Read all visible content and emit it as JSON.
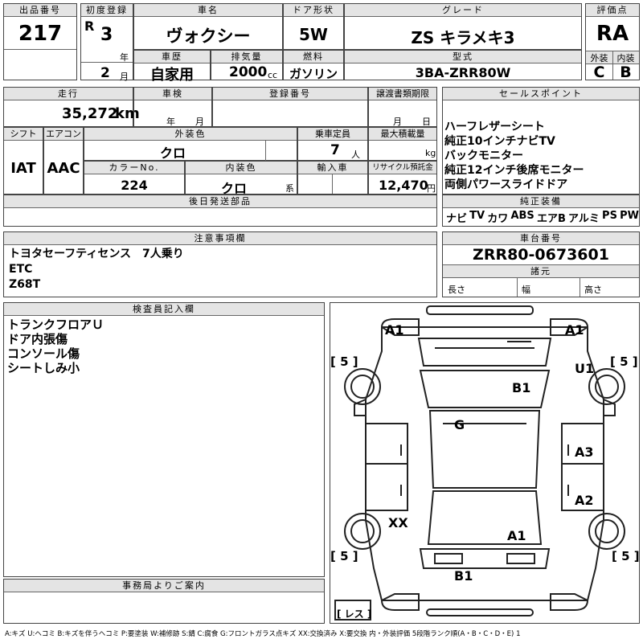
{
  "lot": {
    "label": "出品番号",
    "value": "217"
  },
  "first_reg": {
    "label": "初度登録",
    "era": "R",
    "year": "3",
    "year_unit": "年",
    "month": "2",
    "month_unit": "月"
  },
  "car_name": {
    "label": "車名",
    "value": "ヴォクシー"
  },
  "door": {
    "label": "ドア形状",
    "value": "5W"
  },
  "grade": {
    "label": "グレード",
    "value": "ZS キラメキ3"
  },
  "rating": {
    "label": "評価点",
    "value": "RA",
    "exterior_label": "外装",
    "exterior": "C",
    "interior_label": "内装",
    "interior": "B"
  },
  "history": {
    "label": "車歴",
    "value": "自家用"
  },
  "displacement": {
    "label": "排気量",
    "value": "2000",
    "unit": "cc"
  },
  "fuel": {
    "label": "燃料",
    "value": "ガソリン"
  },
  "model": {
    "label": "型式",
    "value": "3BA-ZRR80W"
  },
  "mileage": {
    "label": "走行",
    "value": "35,272",
    "unit": "km"
  },
  "inspection": {
    "label": "車検",
    "year_unit": "年",
    "month_unit": "月"
  },
  "registration": {
    "label": "登録番号"
  },
  "transfer_doc": {
    "label": "譲渡書類期限",
    "month_unit": "月",
    "day_unit": "日"
  },
  "shift": {
    "label": "シフト",
    "value": "IAT"
  },
  "aircon": {
    "label": "エアコン",
    "value": "AAC"
  },
  "ext_color": {
    "label": "外装色",
    "value": "クロ"
  },
  "capacity": {
    "label": "乗車定員",
    "value": "7",
    "unit": "人"
  },
  "max_load": {
    "label": "最大積載量",
    "unit": "kg"
  },
  "color_no": {
    "label": "カラーNo.",
    "value": "224"
  },
  "int_color": {
    "label": "内装色",
    "value": "クロ",
    "unit": "系"
  },
  "import": {
    "label": "輸入車"
  },
  "recycle": {
    "label": "リサイクル預託金",
    "value": "12,470",
    "unit": "円"
  },
  "later_parts": {
    "label": "後日発送部品"
  },
  "sales_points": {
    "label": "セールスポイント",
    "items": [
      "ハーフレザーシート",
      "純正10インチナビTV",
      "バックモニター",
      "純正12インチ後席モニター",
      "両側パワースライドドア"
    ]
  },
  "equipment": {
    "label": "純正装備",
    "items": [
      "ナビ",
      "TV",
      "カワ",
      "ABS",
      "エアB",
      "アルミ",
      "PS",
      "PW"
    ]
  },
  "notes": {
    "label": "注意事項欄",
    "lines": [
      "トヨタセーフティセンス　7人乗り",
      "ETC",
      "Z68T"
    ]
  },
  "chassis": {
    "label": "車台番号",
    "value": "ZRR80-0673601"
  },
  "dims": {
    "label": "諸元",
    "length": "長さ",
    "width": "幅",
    "height": "高さ"
  },
  "inspector": {
    "label": "検査員記入欄",
    "lines": [
      "トランクフロアＵ",
      "ドア内張傷",
      "コンソール傷",
      "シートしみ小"
    ]
  },
  "office": {
    "label": "事務局よりご案内"
  },
  "diagram": {
    "marks": [
      "A1",
      "A1",
      "U1",
      "B1",
      "G",
      "A3",
      "A2",
      "XX",
      "A1",
      "B1"
    ],
    "boxes": [
      "[ 5 ]",
      "[ 5 ]",
      "[ 5 ]",
      "[ 5 ]"
    ],
    "spare": "[ レス ]"
  },
  "legend": "A:キズ U:ヘコミ B:キズを伴うヘコミ P:要塗装 W:補修跡 S:錆 C:腐食 G:フロントガラス点キズ XX:交換済み X:要交換 内・外装評価 5段階ランク順(A・B・C・D・E) 1"
}
